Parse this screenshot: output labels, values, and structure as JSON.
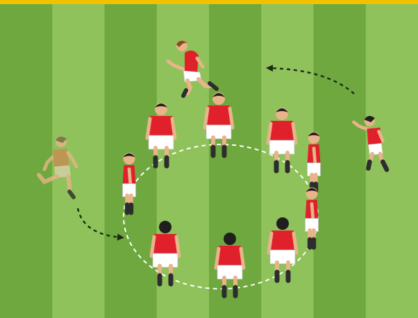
{
  "diagram": {
    "colors": {
      "top_border": "#f2c200",
      "grass_light": "#8fc25a",
      "grass_dark": "#6fa83e",
      "shirt": "#e0212b",
      "shirt_faded": "#c98a55",
      "shorts": "#ffffff",
      "shorts_faded": "#d8d2a8",
      "skin": "#e8b48a",
      "hair": "#1f1f1f",
      "hair_faded": "#7a6a40",
      "socks": "#2d2d2d",
      "circle_line": "#ffffff",
      "arrow": "#1c2a14"
    },
    "players": [
      {
        "name": "player-jumping-top",
        "pose": "jump"
      },
      {
        "name": "player-ring-1",
        "pose": "front"
      },
      {
        "name": "player-ring-2",
        "pose": "front"
      },
      {
        "name": "player-ring-3",
        "pose": "front"
      },
      {
        "name": "player-ring-4",
        "pose": "side-right"
      },
      {
        "name": "player-ring-5",
        "pose": "side-right"
      },
      {
        "name": "player-ring-6",
        "pose": "back"
      },
      {
        "name": "player-ring-7",
        "pose": "back"
      },
      {
        "name": "player-ring-8",
        "pose": "back"
      },
      {
        "name": "player-ring-9",
        "pose": "side-left"
      },
      {
        "name": "player-thrower-right",
        "pose": "throw"
      },
      {
        "name": "player-runner-faded",
        "pose": "run"
      }
    ],
    "arrows": [
      {
        "name": "arrow-thrower-to-jumper",
        "style": "dashed",
        "direction": "left"
      },
      {
        "name": "arrow-runner-to-circle",
        "style": "dashed",
        "direction": "right"
      }
    ]
  }
}
